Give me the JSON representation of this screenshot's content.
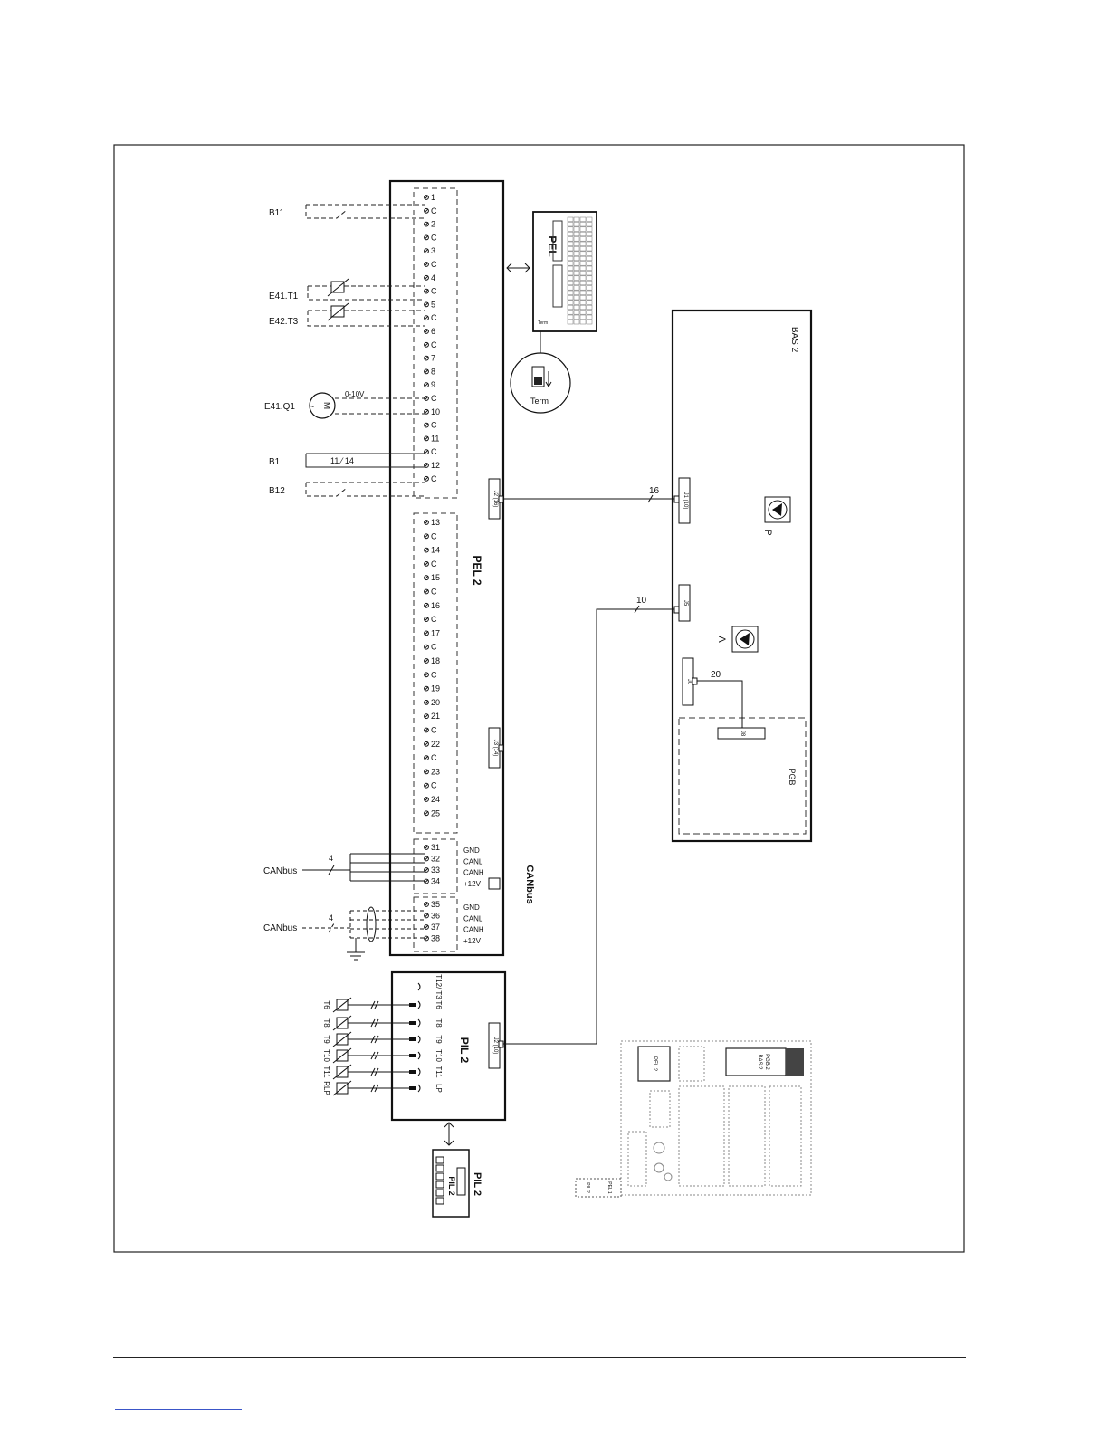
{
  "diagram": {
    "left_labels": {
      "b11": "B11",
      "e41_t1": "E41.T1",
      "e42_t3": "E42.T3",
      "e41_q1": "E41.Q1",
      "b1": "B1",
      "b12": "B12",
      "canbus_1": "CANbus",
      "canbus_2": "CANbus"
    },
    "signal_labels": {
      "v010": "0-10V",
      "motor": "M",
      "b1_contacts": "11 ⁄ 14",
      "wire_count_can": "4"
    },
    "pel2": {
      "title": "PEL 2",
      "terminals_group1": [
        "1",
        "C",
        "2",
        "C",
        "3",
        "C",
        "4",
        "C",
        "5",
        "C",
        "6",
        "C",
        "7",
        "8",
        "9",
        "C",
        "10",
        "C",
        "11",
        "C",
        "12",
        "C"
      ],
      "terminals_group2": [
        "13",
        "C",
        "14",
        "C",
        "15",
        "C",
        "16",
        "C",
        "17",
        "C",
        "18",
        "C",
        "19",
        "20",
        "21",
        "C",
        "22",
        "C",
        "23",
        "C",
        "24",
        "25"
      ],
      "can_terminals_1": [
        "31",
        "32",
        "33",
        "34"
      ],
      "can_terminals_2": [
        "35",
        "36",
        "37",
        "38"
      ],
      "can_signals": [
        "GND",
        "CANL",
        "CANH",
        "+12V"
      ],
      "j2": "J2 (16)",
      "j3": "J3 (14)",
      "canbus_side": "CANbus"
    },
    "pel_module": {
      "title": "PEL",
      "term": "Term"
    },
    "bas2": {
      "title": "BAS 2",
      "j1": "J1 (10)",
      "j5": "J5",
      "j0": "J0",
      "p": "P",
      "a": "A",
      "pgb": "PGB",
      "pgb_conn": "J8"
    },
    "wires": {
      "w16": "16",
      "w10": "10",
      "w20": "20"
    },
    "pil2": {
      "title": "PIL 2",
      "j2": "J2 (10)",
      "inner_labels": [
        "T12/\nT3",
        "T6",
        "T8",
        "T9",
        "T10",
        "T11",
        "LP"
      ],
      "outer_labels": [
        "T6",
        "T8",
        "T9",
        "T10",
        "T11",
        "RLP"
      ]
    },
    "pil2_module": {
      "title": "PIL 2",
      "inner": "PIL 2"
    },
    "overview": {
      "pel2": "PEL 2",
      "pgb2": "PGB 2",
      "bas2": "BAS 2",
      "pil2": "PIL 2",
      "pel1": "PEL 1"
    }
  }
}
